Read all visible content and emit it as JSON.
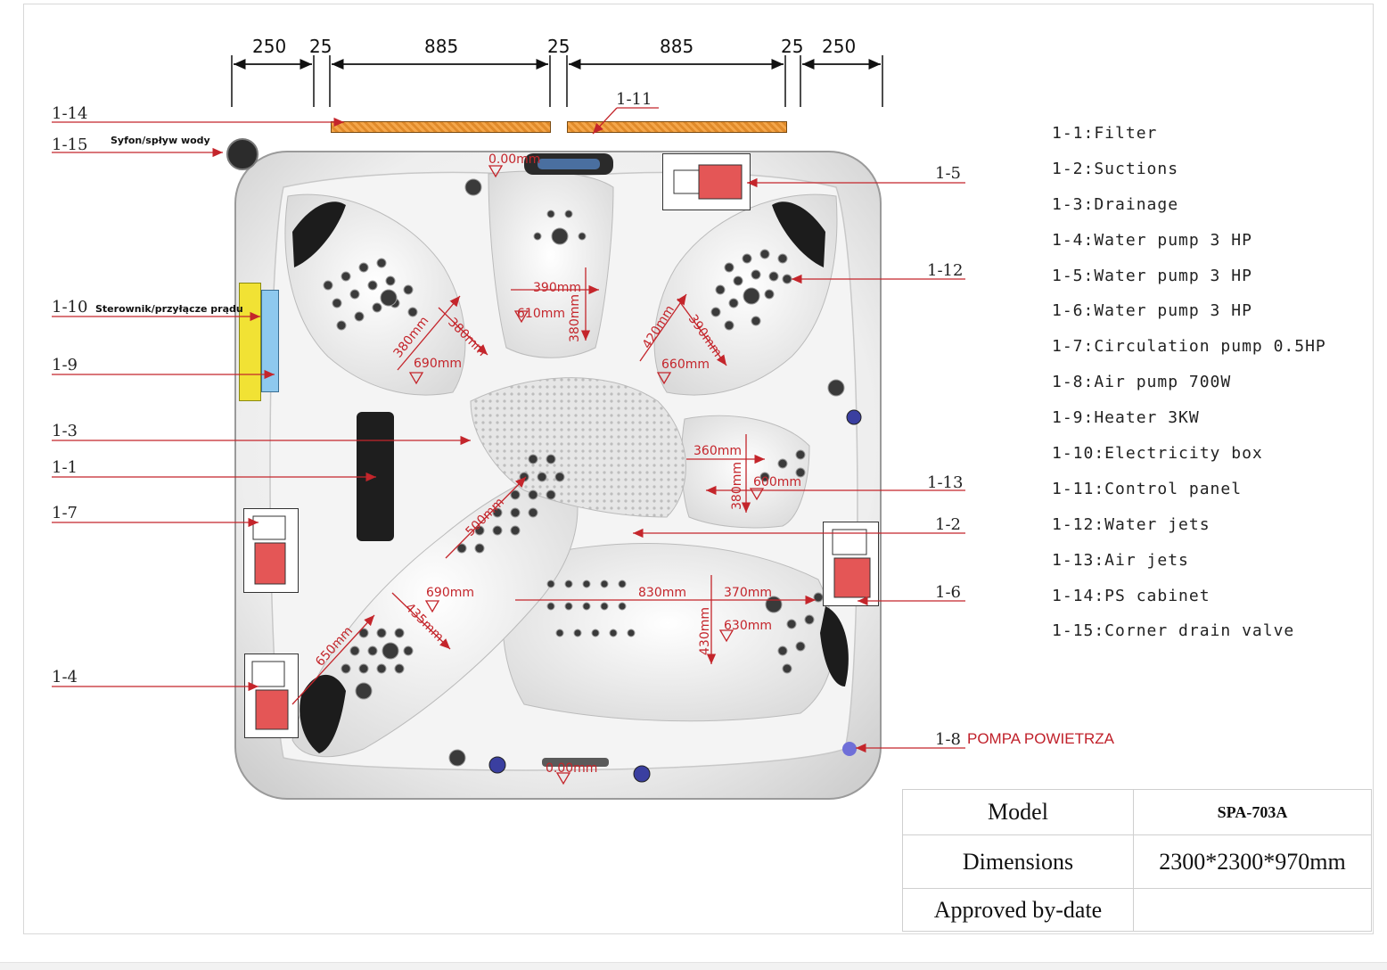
{
  "dimensions_top": [
    "250",
    "25",
    "885",
    "25",
    "885",
    "25",
    "250"
  ],
  "callouts": {
    "c1_14": "1-14",
    "c1_15": "1-15",
    "c1_15_note": "Syfon/spływ wody",
    "c1_11": "1-11",
    "c1_10": "1-10",
    "c1_10_note": "Sterownik/przyłącze prądu",
    "c1_9": "1-9",
    "c1_3": "1-3",
    "c1_1": "1-1",
    "c1_7": "1-7",
    "c1_4": "1-4",
    "c1_5": "1-5",
    "c1_12": "1-12",
    "c1_13": "1-13",
    "c1_2": "1-2",
    "c1_6": "1-6",
    "c1_8": "1-8",
    "c1_8_note": "POMPA POWIETRZA"
  },
  "measurements": {
    "top_level": "0.00mm",
    "bottom_level": "0.00mm",
    "m390_top": "390mm",
    "m610": "610mm",
    "m380_top": "380mm",
    "m380_left_a": "380mm",
    "m380_left_b": "380mm",
    "m690_left": "690mm",
    "m420": "420mm",
    "m390_right": "390mm",
    "m660": "660mm",
    "m360": "360mm",
    "m600": "600mm",
    "m380_right": "380mm",
    "m500": "500mm",
    "m690_lower": "690mm",
    "m830": "830mm",
    "m370": "370mm",
    "m430": "430mm",
    "m630": "630mm",
    "m435": "435mm",
    "m650": "650mm"
  },
  "legend": [
    "1-1:Filter",
    "1-2:Suctions",
    "1-3:Drainage",
    "1-4:Water pump  3 HP",
    "1-5:Water pump  3 HP",
    "1-6:Water pump  3 HP",
    "1-7:Circulation pump 0.5HP",
    "1-8:Air pump 700W",
    "1-9:Heater 3KW",
    "1-10:Electricity box",
    "1-11:Control panel",
    "1-12:Water jets",
    "1-13:Air jets",
    "1-14:PS cabinet",
    "1-15:Corner drain valve"
  ],
  "spec_table": {
    "model_label": "Model",
    "model_value": "SPA-703A",
    "dimensions_label": "Dimensions",
    "dimensions_value": "2300*2300*970mm",
    "approved_label": "Approved by-date",
    "approved_value": ""
  },
  "colors": {
    "annotation_red": "#c4252b",
    "cabinet_orange": "#f09a3e",
    "electric_box_yellow": "#f1e234",
    "heater_blue": "#8ec9ee",
    "jet_dark": "#2b2b2b"
  }
}
